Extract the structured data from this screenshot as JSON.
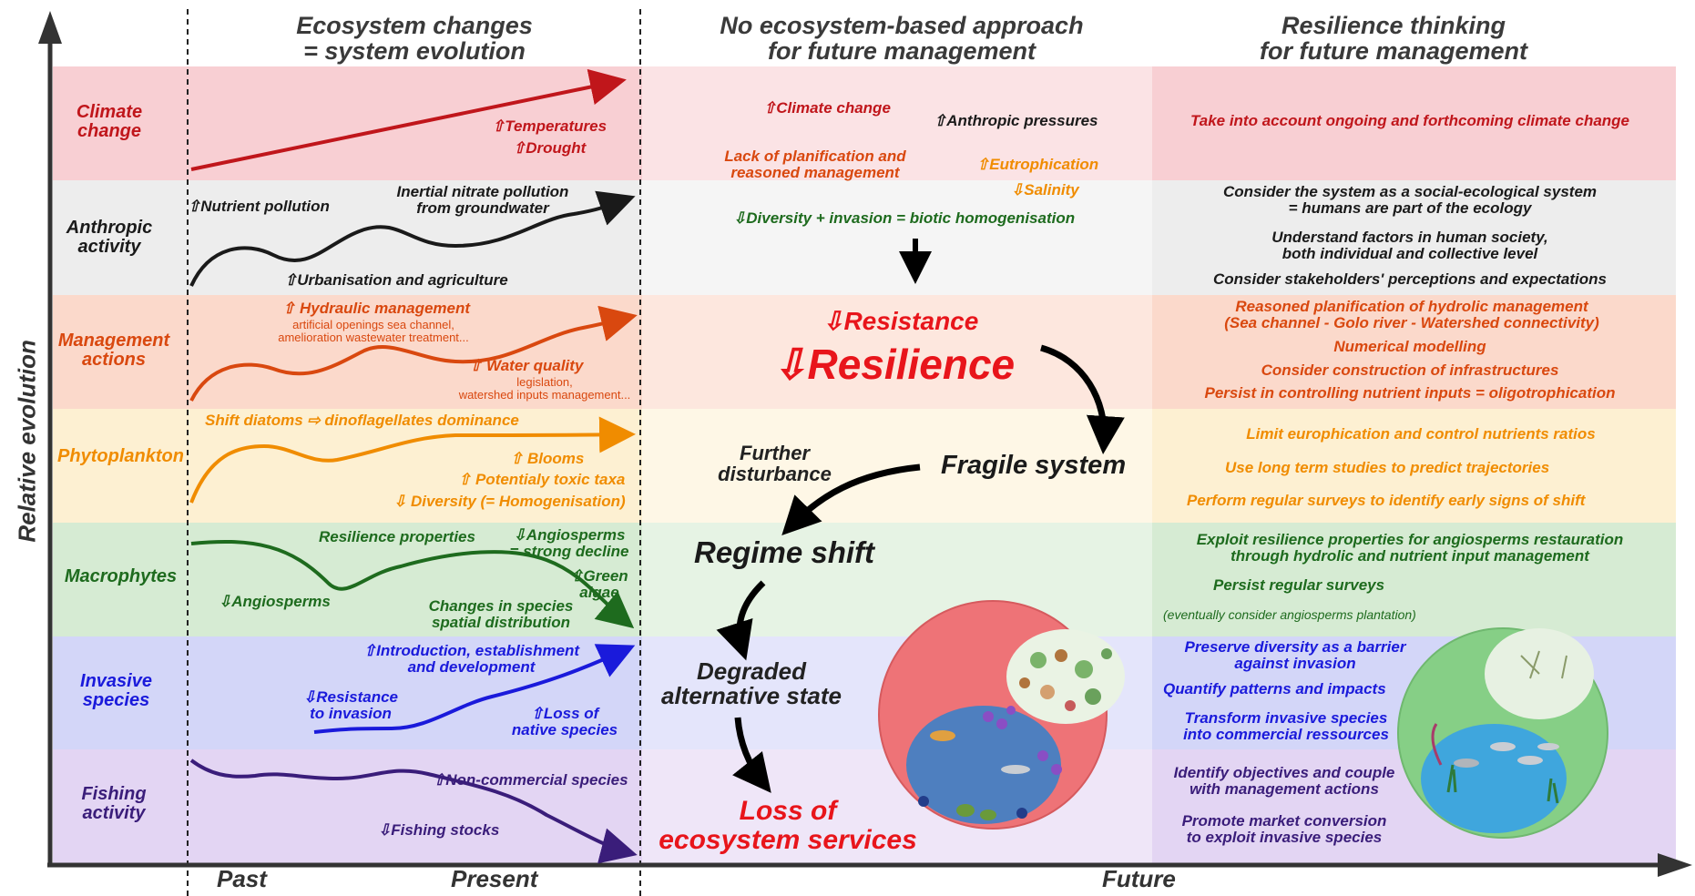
{
  "headers": {
    "col1": "Ecosystem changes\n= system evolution",
    "col2": "No ecosystem-based approach\nfor future management",
    "col3": "Resilience thinking\nfor future management"
  },
  "axes": {
    "y_label": "Relative evolution",
    "x_past": "Past",
    "x_present": "Present",
    "x_future": "Future"
  },
  "colors": {
    "climate": "#c0161b",
    "anthropic": "#1a1a1a",
    "management": "#d9480f",
    "phyto": "#f08c00",
    "macro": "#1e6b1e",
    "invasive": "#1a1adb",
    "fishing": "#3a1d7a",
    "alert": "#e8151b"
  },
  "rows": [
    {
      "label": "Climate\nchange",
      "color": "#c0161b",
      "bg": "#f8cfd3"
    },
    {
      "label": "Anthropic\nactivity",
      "color": "#1a1a1a",
      "bg": "#eeeeee"
    },
    {
      "label": "Management\nactions",
      "color": "#d9480f",
      "bg": "#fbd9cb"
    },
    {
      "label": "Phytoplankton",
      "color": "#f08c00",
      "bg": "#fdf1d5"
    },
    {
      "label": "Macrophytes",
      "color": "#1e6b1e",
      "bg": "#d7ecd5"
    },
    {
      "label": "Invasive\nspecies",
      "color": "#1a1adb",
      "bg": "#d3d6f8"
    },
    {
      "label": "Fishing\nactivity",
      "color": "#3a1d7a",
      "bg": "#e3d6f3"
    }
  ],
  "trends": {
    "climate": [
      "⇧Temperatures",
      "⇧Drought"
    ],
    "anthropic": [
      "⇧Nutrient pollution",
      "Inertial nitrate pollution\nfrom groundwater",
      "⇧Urbanisation and agriculture"
    ],
    "management": [
      {
        "main": "⇧ Hydraulic management",
        "sub": "artificial openings sea channel,\namelioration wastewater treatment..."
      },
      {
        "main": "⇧ Water quality",
        "sub": "legislation,\nwatershed inputs management..."
      }
    ],
    "phyto": [
      "Shift  diatoms ⇨ dinoflagellates dominance",
      "⇧ Blooms",
      "⇧ Potentialy toxic taxa",
      "⇩ Diversity (= Homogenisation)"
    ],
    "macro": [
      "Resilience properties",
      "⇩Angiosperms\n= strong decline",
      "⇧Green\nalgae",
      "⇩Angiosperms",
      "Changes in species\nspatial distribution"
    ],
    "invasive": [
      "⇧Introduction, establishment\nand development",
      "⇩Resistance\nto invasion",
      "⇧Loss of\nnative species"
    ],
    "fishing": [
      "⇧Non-commercial species",
      "⇩Fishing stocks"
    ]
  },
  "no_approach": {
    "climate": "⇧Climate change",
    "anthropic_pressures": "⇧Anthropic pressures",
    "lack": "Lack of planification and\nreasoned management",
    "eutro": "⇧Eutrophication",
    "salinity": "⇩Salinity",
    "diversity": "⇩Diversity + invasion = biotic homogenisation",
    "resistance": "⇩Resistance",
    "resilience": "⇩Resilience",
    "fragile": "Fragile system",
    "further": "Further\ndisturbance",
    "regime": "Regime shift",
    "degraded": "Degraded\nalternative state",
    "loss": "Loss of\necosystem services"
  },
  "resilience_thinking": {
    "climate": "Take into account ongoing and forthcoming climate change",
    "anthropic": [
      "Consider the system as a social-ecological system\n= humans are part of the ecology",
      "Understand factors in human society,\nboth individual and collective level",
      "Consider stakeholders' perceptions and expectations"
    ],
    "management": [
      "Reasoned planification of hydrolic management\n(Sea channel - Golo river - Watershed connectivity)",
      "Numerical modelling",
      "Consider construction of infrastructures",
      "Persist in controlling nutrient inputs  = oligotrophication"
    ],
    "phyto": [
      "Limit europhication and control nutrients ratios",
      "Use long term studies to predict trajectories",
      "Perform regular surveys to identify early signs of shift"
    ],
    "macro": [
      "Exploit resilience properties for angiosperms restauration\nthrough hydrolic and nutrient input management",
      "Persist regular surveys",
      "(eventually consider angiosperms plantation)"
    ],
    "invasive": [
      "Preserve diversity as a barrier\nagainst invasion",
      "Quantify patterns and impacts",
      "Transform invasive species\ninto commercial ressources"
    ],
    "fishing": [
      "Identify objectives and couple\nwith management actions",
      "Promote market conversion\nto exploit invasive species"
    ]
  }
}
